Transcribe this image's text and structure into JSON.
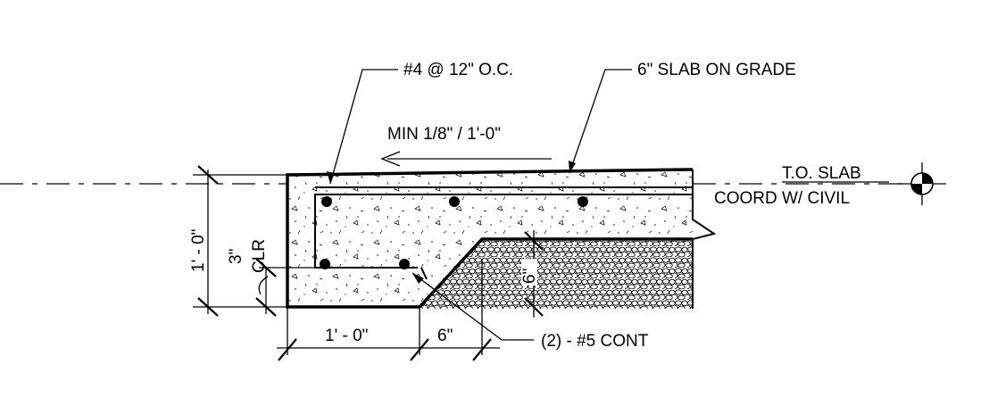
{
  "labels": {
    "top_rebar": "#4 @ 12\" O.C.",
    "slab": "6\" SLAB ON GRADE",
    "slope": "MIN 1/8\" / 1'-0\"",
    "elev_line1": "T.O. SLAB",
    "elev_line2": "COORD W/ CIVIL",
    "bottom_rebar": "(2) - #5 CONT"
  },
  "dimensions": {
    "footing_depth": "1' - 0\"",
    "cover": "3\"",
    "cover_suffix": "CLR",
    "footing_width": "1' - 0\"",
    "chamfer": "6\"",
    "slab_thickness": "6\""
  },
  "symbols": [
    "elevation-marker-icon",
    "slope-arrow-icon",
    "gravel-hatch",
    "concrete-hatch"
  ],
  "colors": {
    "line": "#000000",
    "background": "#ffffff"
  }
}
